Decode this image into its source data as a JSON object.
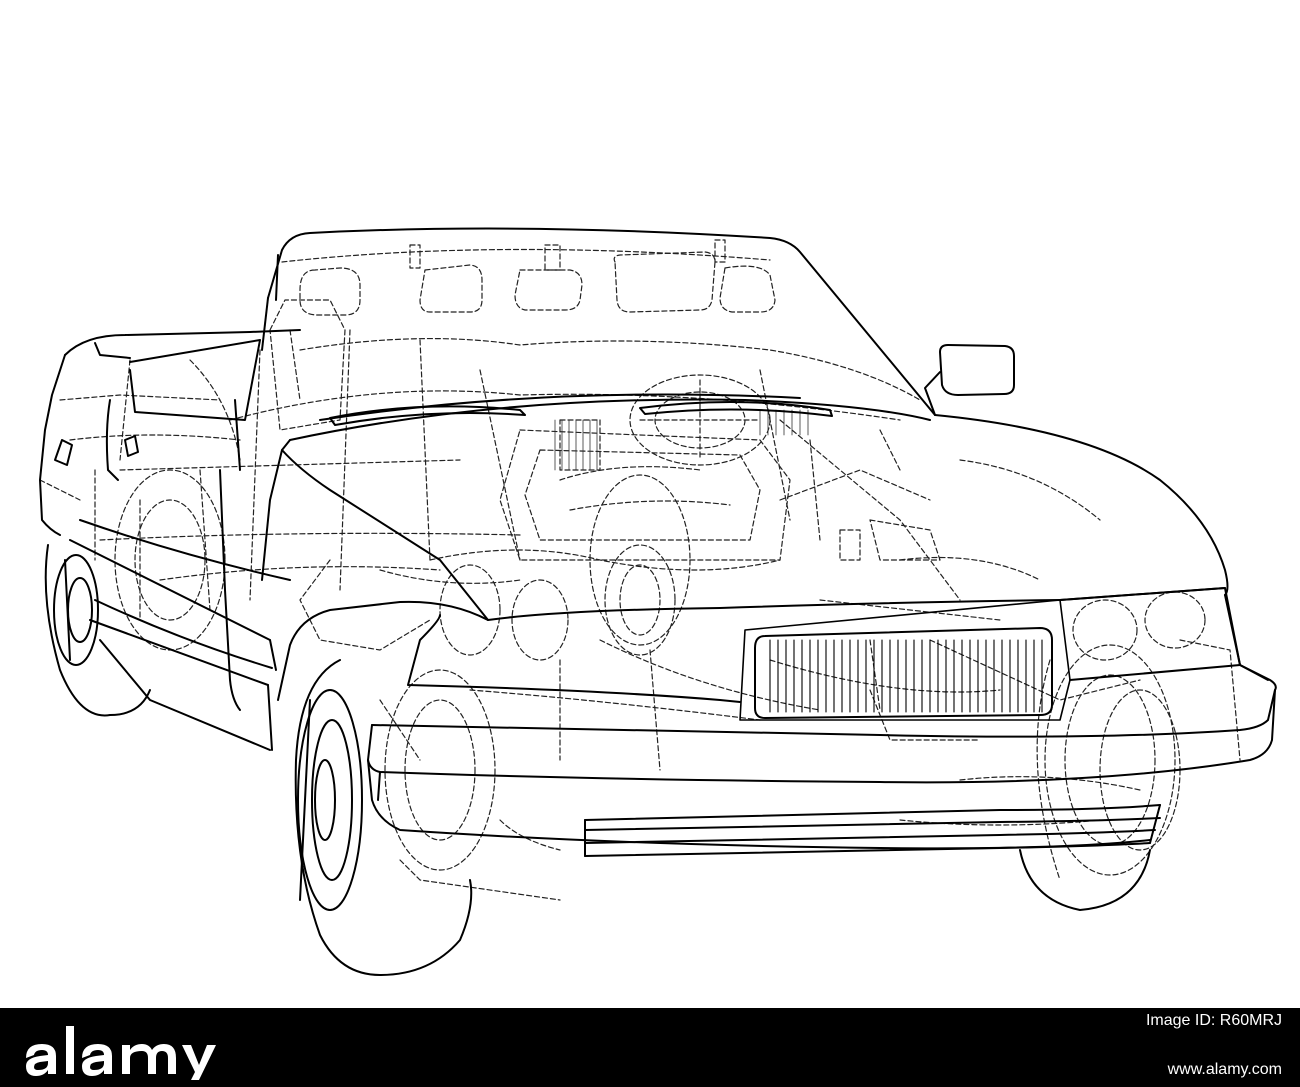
{
  "image": {
    "subject": "car-wireframe"
  },
  "watermark": {
    "logo_text": "alamy",
    "image_id_label": "Image ID: R60MRJ",
    "site": "www.alamy.com"
  },
  "colors": {
    "background": "#ffffff",
    "line": "#000000",
    "bar": "#000000",
    "bar_text": "#ffffff"
  }
}
